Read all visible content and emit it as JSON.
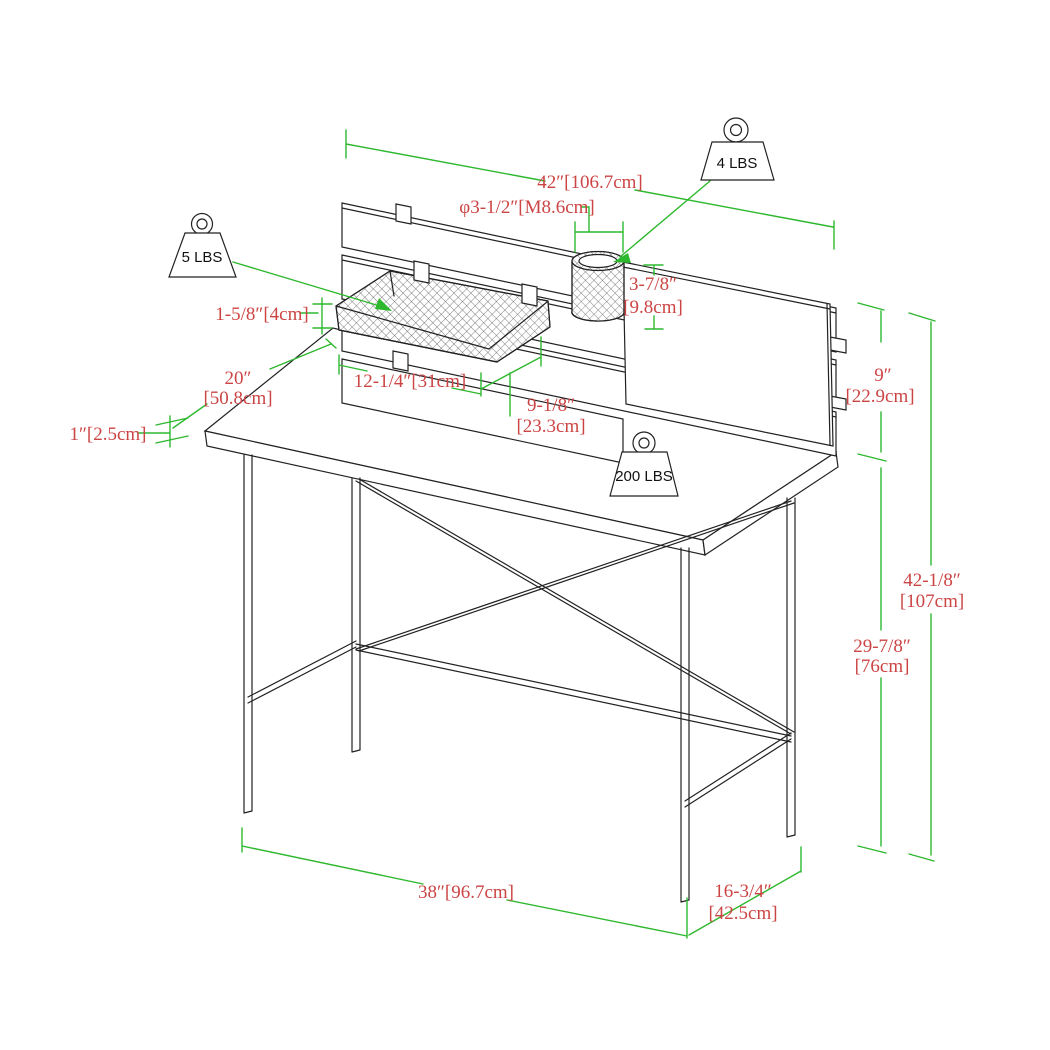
{
  "drawing": {
    "kind": "furniture-dimension-diagram",
    "background": "#ffffff",
    "line_color": "#222222",
    "dimension_line_color": "#2eb82e",
    "dimension_text_color": "#cc4545"
  },
  "weights": {
    "shelf_capacity": "5 LBS",
    "cup_capacity": "4 LBS",
    "desktop_capacity": "200 LBS"
  },
  "dims": {
    "top_width": {
      "label": "42″[106.7cm]"
    },
    "cup_diameter": {
      "label": "φ3-1/2″[M8.6cm]"
    },
    "basket_height": {
      "label": "1-5/8″[4cm]"
    },
    "desk_depth": {
      "in": "20″",
      "cm": "[50.8cm]"
    },
    "top_thickness": {
      "label": "1″[2.5cm]"
    },
    "basket_width": {
      "label": "12-1/4″[31cm]"
    },
    "basket_to_edge": {
      "in": "9-1/8″",
      "cm": "[23.3cm]"
    },
    "cup_height": {
      "in": "3-7/8″",
      "cm": "[9.8cm]"
    },
    "hutch_height": {
      "in": "9″",
      "cm": "[22.9cm]"
    },
    "overall_height": {
      "in": "42-1/8″",
      "cm": "[107cm]"
    },
    "desk_height": {
      "in": "29-7/8″",
      "cm": "[76cm]"
    },
    "leg_span_width": {
      "label": "38″[96.7cm]"
    },
    "leg_span_depth": {
      "in": "16-3/4″",
      "cm": "[42.5cm]"
    }
  }
}
